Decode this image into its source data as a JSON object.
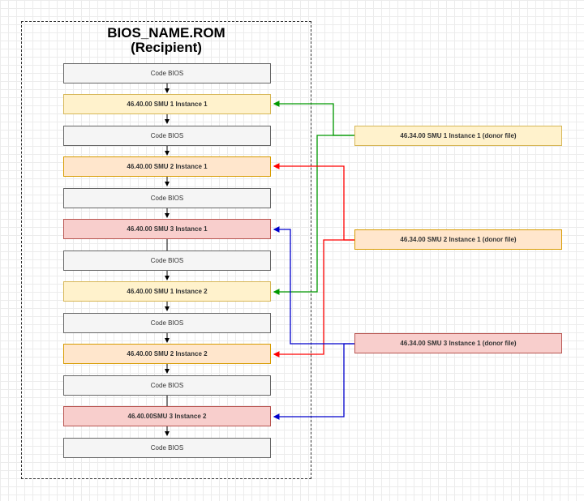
{
  "diagram": {
    "title_line1": "BIOS_NAME.ROM",
    "title_line2": "(Recipient)",
    "blocks": [
      "Code BIOS",
      "46.40.00 SMU 1 Instance 1",
      "Code BIOS",
      "46.40.00 SMU 2 Instance 1",
      "Code BIOS",
      "46.40.00 SMU 3 Instance 1",
      "Code BIOS",
      "46.40.00 SMU 1 Instance 2",
      "Code BIOS",
      "46.40.00 SMU 2 Instance 2",
      "Code BIOS",
      "46.40.00SMU 3 Instance 2",
      "Code BIOS"
    ],
    "donors": [
      "46.34.00 SMU 1 Instance 1 (donor file)",
      "46.34.00 SMU 2 Instance 1 (donor file)",
      "46.34.00 SMU 3 Instance 1 (donor file)"
    ],
    "colors": {
      "smu1_link": "#009900",
      "smu2_link": "#ff0000",
      "smu3_link": "#0000cc"
    }
  }
}
